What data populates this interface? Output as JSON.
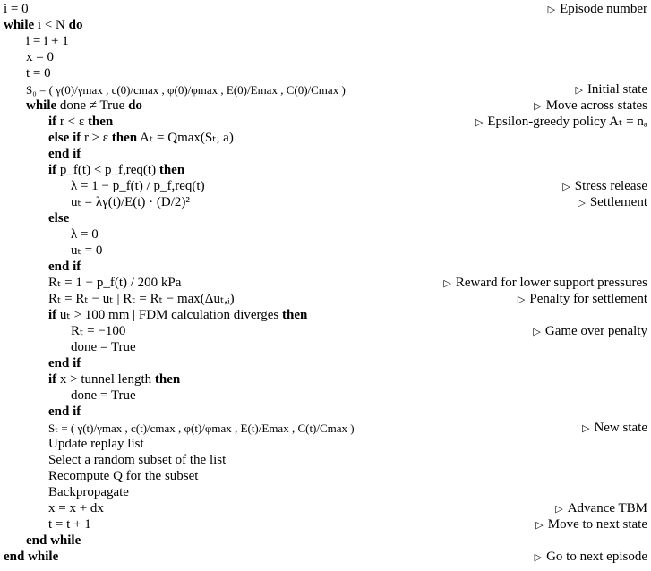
{
  "lines": [
    {
      "pre": "",
      "math": "i = 0",
      "post": "",
      "tail": ""
    },
    {
      "pre": "while",
      "math": " i < N ",
      "post": "do",
      "tail": ""
    },
    {
      "pre": "",
      "math": "i = i + 1",
      "post": "",
      "tail": ""
    },
    {
      "pre": "",
      "math": "x = 0",
      "post": "",
      "tail": ""
    },
    {
      "pre": "",
      "math": "t = 0",
      "post": "",
      "tail": ""
    },
    {
      "pre": "",
      "math": "S₀ = ( γ(0)/γmax , c(0)/cmax , φ(0)/φmax , E(0)/Emax , C(0)/Cmax )",
      "post": "",
      "tail": ""
    },
    {
      "pre": "while",
      "math": " done ≠ True ",
      "post": "do",
      "tail": ""
    },
    {
      "pre": "if",
      "math": " r < ε ",
      "post": "then",
      "tail": ""
    },
    {
      "pre": "else if",
      "math": " r ≥ ε ",
      "post": "then",
      "tail": " Aₜ = Qmax(Sₜ, a)"
    },
    {
      "pre": "end if",
      "math": "",
      "post": "",
      "tail": ""
    },
    {
      "pre": "if",
      "math": " p_f(t) < p_f,req(t) ",
      "post": "then",
      "tail": ""
    },
    {
      "pre": "",
      "math": "λ = 1 − p_f(t) / p_f,req(t)",
      "post": "",
      "tail": ""
    },
    {
      "pre": "",
      "math": "uₜ = λγ(t)/E(t) · (D/2)²",
      "post": "",
      "tail": ""
    },
    {
      "pre": "else",
      "math": "",
      "post": "",
      "tail": ""
    },
    {
      "pre": "",
      "math": "λ = 0",
      "post": "",
      "tail": ""
    },
    {
      "pre": "",
      "math": "uₜ = 0",
      "post": "",
      "tail": ""
    },
    {
      "pre": "end if",
      "math": "",
      "post": "",
      "tail": ""
    },
    {
      "pre": "",
      "math": "Rₜ = 1 − p_f(t) / 200 kPa",
      "post": "",
      "tail": ""
    },
    {
      "pre": "",
      "math": "Rₜ = Rₜ − uₜ | Rₜ = Rₜ − max(Δuₜ,ᵢ)",
      "post": "",
      "tail": ""
    },
    {
      "pre": "if",
      "math": " uₜ > 100 mm | FDM calculation diverges ",
      "post": "then",
      "tail": ""
    },
    {
      "pre": "",
      "math": "Rₜ = −100",
      "post": "",
      "tail": ""
    },
    {
      "pre": "",
      "math": "done = True",
      "post": "",
      "tail": ""
    },
    {
      "pre": "end if",
      "math": "",
      "post": "",
      "tail": ""
    },
    {
      "pre": "if",
      "math": " x > tunnel length ",
      "post": "then",
      "tail": ""
    },
    {
      "pre": "",
      "math": "done = True",
      "post": "",
      "tail": ""
    },
    {
      "pre": "end if",
      "math": "",
      "post": "",
      "tail": ""
    },
    {
      "pre": "",
      "math": "Sₜ = ( γ(t)/γmax , c(t)/cmax , φ(t)/φmax , E(t)/Emax , C(t)/Cmax )",
      "post": "",
      "tail": ""
    },
    {
      "pre": "",
      "math": "Update replay list",
      "post": "",
      "tail": ""
    },
    {
      "pre": "",
      "math": "Select a random subset of the list",
      "post": "",
      "tail": ""
    },
    {
      "pre": "",
      "math": "Recompute Q for the subset",
      "post": "",
      "tail": ""
    },
    {
      "pre": "",
      "math": "Backpropagate",
      "post": "",
      "tail": ""
    },
    {
      "pre": "",
      "math": "x = x + dx",
      "post": "",
      "tail": ""
    },
    {
      "pre": "",
      "math": "t = t + 1",
      "post": "",
      "tail": ""
    },
    {
      "pre": "end while",
      "math": "",
      "post": "",
      "tail": ""
    },
    {
      "pre": "end while",
      "math": "",
      "post": "",
      "tail": ""
    }
  ],
  "comments": [
    {
      "symbol": "▷",
      "text": "Episode number"
    },
    {
      "symbol": "▷",
      "text": "Initial state"
    },
    {
      "symbol": "▷",
      "text": "Move across states"
    },
    {
      "symbol": "▷",
      "text": "Epsilon-greedy policy Aₜ = nₐ"
    },
    {
      "symbol": "▷",
      "text": "Stress release"
    },
    {
      "symbol": "▷",
      "text": "Settlement"
    },
    {
      "symbol": "▷",
      "text": "Reward for lower support pressures"
    },
    {
      "symbol": "▷",
      "text": "Penalty for settlement"
    },
    {
      "symbol": "▷",
      "text": "Game over penalty"
    },
    {
      "symbol": "▷",
      "text": "New state"
    },
    {
      "symbol": "▷",
      "text": "Advance TBM"
    },
    {
      "symbol": "▷",
      "text": "Move to next state"
    },
    {
      "symbol": "▷",
      "text": "Go to next episode"
    }
  ]
}
